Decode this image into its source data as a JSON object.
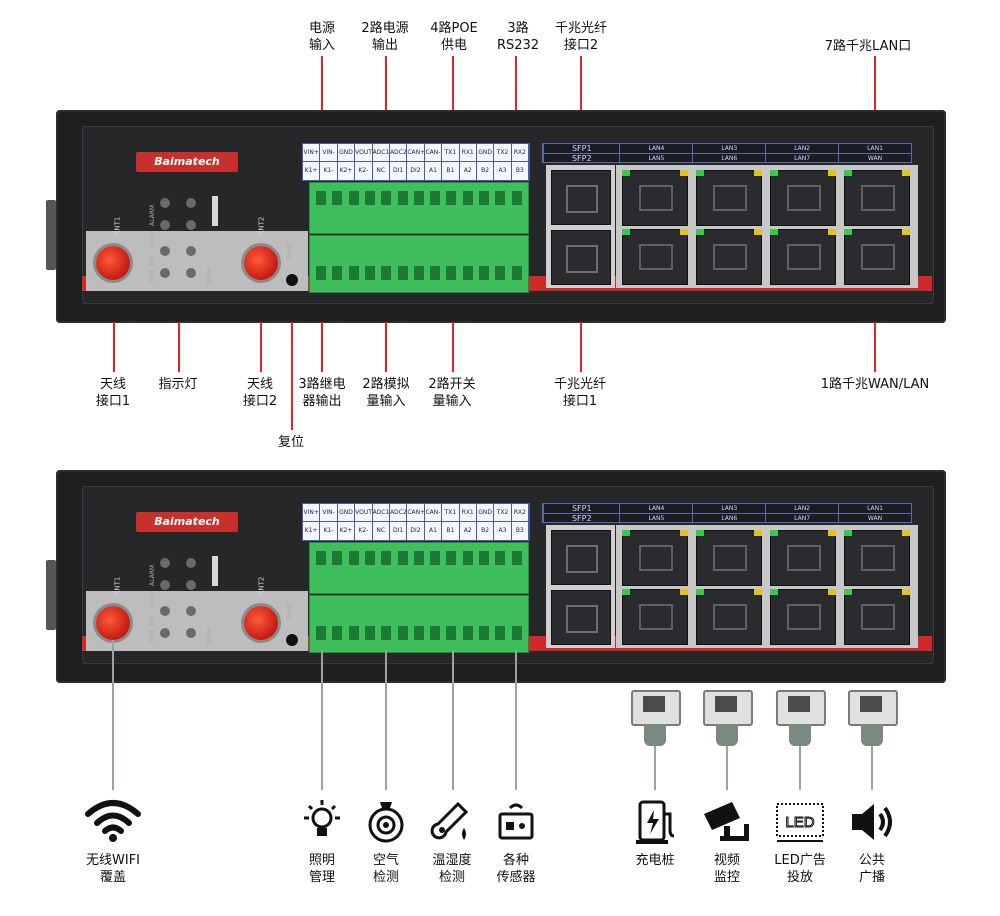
{
  "device": {
    "brand": "Baimatech",
    "ant1": "ANT1",
    "ant2": "ANT2",
    "leds": [
      "ALARM",
      "WIFI",
      "SYS",
      "PWR",
      "Online"
    ],
    "reset": "Reset",
    "terminal_top_row": [
      "VIN+",
      "VIN-",
      "GND",
      "VOUT",
      "ADC1",
      "ADC2",
      "CAN+",
      "CAN-",
      "TX1",
      "RX1",
      "GND",
      "TX2",
      "RX2"
    ],
    "terminal_bottom_row": [
      "K1+",
      "K1-",
      "K2+",
      "K2-",
      "NC",
      "DI1",
      "DI2",
      "A1",
      "B1",
      "A2",
      "B2",
      "A3",
      "B3"
    ],
    "sfp_labels": [
      "SFP1",
      "SFP2"
    ],
    "lan_header": [
      {
        "top": "LAN4",
        "bottom": "LAN5"
      },
      {
        "top": "LAN3",
        "bottom": "LAN6"
      },
      {
        "top": "LAN2",
        "bottom": "LAN7"
      },
      {
        "top": "LAN1",
        "bottom": "WAN"
      }
    ]
  },
  "top_callouts": {
    "power_input": "电源\n输入",
    "power_output": "2路电源\n输出",
    "poe": "4路POE\n供电",
    "rs232": "3路\nRS232",
    "sfp2": "千兆光纤\n接口2",
    "lan7": "7路千兆LAN口"
  },
  "bottom_callouts": {
    "ant1": "天线\n接口1",
    "indicator": "指示灯",
    "ant2": "天线\n接口2",
    "relay": "3路继电\n器输出",
    "analog": "2路模拟\n量输入",
    "switch": "2路开关\n量输入",
    "sfp1": "千兆光纤\n接口1",
    "wan": "1路千兆WAN/LAN",
    "reset": "复位"
  },
  "applications": [
    {
      "icon": "wifi-icon",
      "label": "无线WIFI\n覆盖"
    },
    {
      "icon": "lightbulb-icon",
      "label": "照明\n管理"
    },
    {
      "icon": "air-detector-icon",
      "label": "空气\n检测"
    },
    {
      "icon": "thermometer-icon",
      "label": "温湿度\n检测"
    },
    {
      "icon": "sensor-icon",
      "label": "各种\n传感器"
    },
    {
      "icon": "charging-station-icon",
      "label": "充电桩"
    },
    {
      "icon": "cctv-camera-icon",
      "label": "视频\n监控"
    },
    {
      "icon": "led-screen-icon",
      "label": "LED广告\n投放"
    },
    {
      "icon": "speaker-icon",
      "label": "公共\n广播"
    }
  ],
  "colors": {
    "red_line": "#d8262c",
    "terminal_green": "#3fbf5c",
    "brand_red": "#c9302c"
  }
}
